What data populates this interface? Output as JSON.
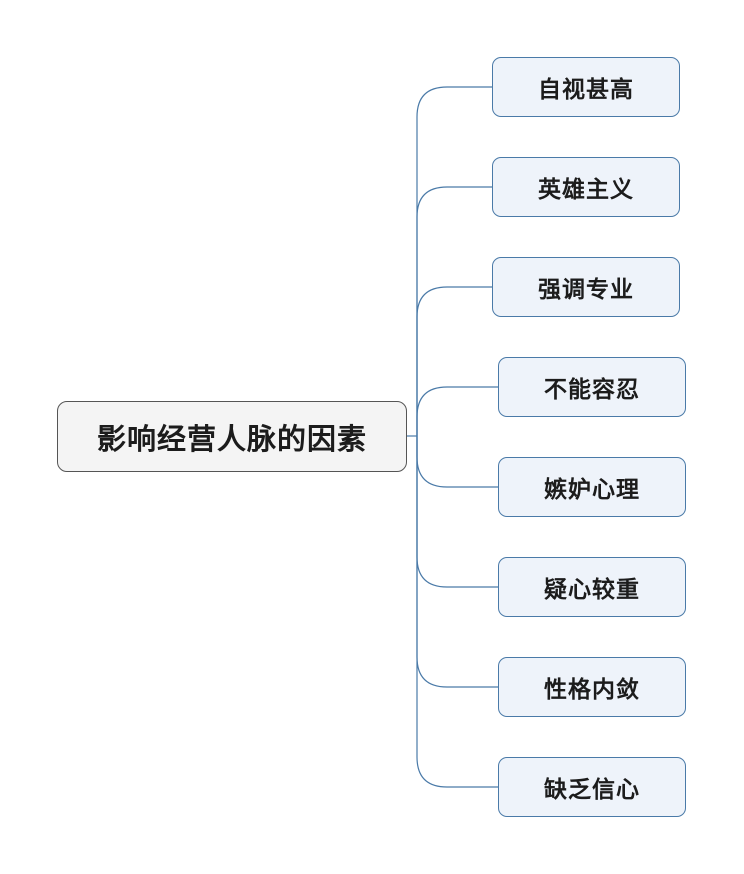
{
  "root": {
    "label": "影响经营人脉的因素"
  },
  "children": [
    {
      "label": "自视甚高"
    },
    {
      "label": "英雄主义"
    },
    {
      "label": "强调专业"
    },
    {
      "label": "不能容忍"
    },
    {
      "label": "嫉妒心理"
    },
    {
      "label": "疑心较重"
    },
    {
      "label": "性格内敛"
    },
    {
      "label": "缺乏信心"
    }
  ],
  "colors": {
    "connector": "#4a7aa8",
    "child_fill": "#eef3fa",
    "child_border": "#4a7aa8",
    "root_fill": "#f4f4f4",
    "root_border": "#555555"
  }
}
